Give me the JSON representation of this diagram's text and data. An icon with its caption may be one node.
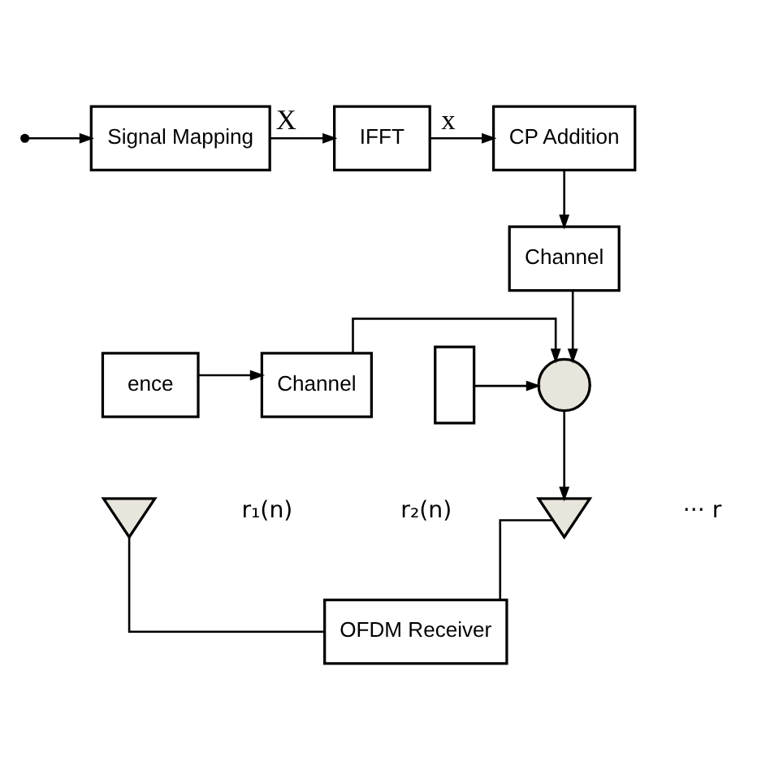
{
  "diagram": {
    "nodes": [
      {
        "text": [
          "Signal Mapping"
        ]
      },
      {
        "text": [
          "IFFT"
        ]
      },
      {
        "text": [
          "CP Addition"
        ]
      },
      {
        "text": [
          "Channel"
        ]
      },
      {
        "text": [
          "ence"
        ]
      },
      {
        "text": [
          "Channel"
        ]
      },
      {
        "text": [],
        "shape": "circle"
      },
      {
        "text": [],
        "shape": "box"
      },
      {
        "text": [],
        "shape": "triangle"
      },
      {
        "text": [],
        "shape": "triangle"
      },
      {
        "text": [
          "OFDM Receiver"
        ]
      }
    ],
    "edges": [
      {
        "from": null,
        "to": 0,
        "arrow": "to"
      },
      {
        "from": 0,
        "to": 1,
        "arrow": "to",
        "label": "X"
      },
      {
        "from": 1,
        "to": 2,
        "arrow": "to",
        "label": "x"
      },
      {
        "from": 2,
        "to": 3,
        "arrow": "to"
      },
      {
        "from": 3,
        "to": 6,
        "arrow": "to"
      },
      {
        "from": 4,
        "to": 5,
        "arrow": "to"
      },
      {
        "from": 5,
        "to": 6,
        "arrow": "to"
      },
      {
        "from": 7,
        "to": 6,
        "arrow": "to"
      },
      {
        "from": 6,
        "to": 9,
        "arrow": "to"
      },
      {
        "from": 8,
        "to": 10,
        "arrow": "none"
      },
      {
        "from": 9,
        "to": 10,
        "arrow": "none"
      }
    ],
    "labels": [
      "r₁(n)",
      "r₂(n)",
      "··· r"
    ]
  }
}
